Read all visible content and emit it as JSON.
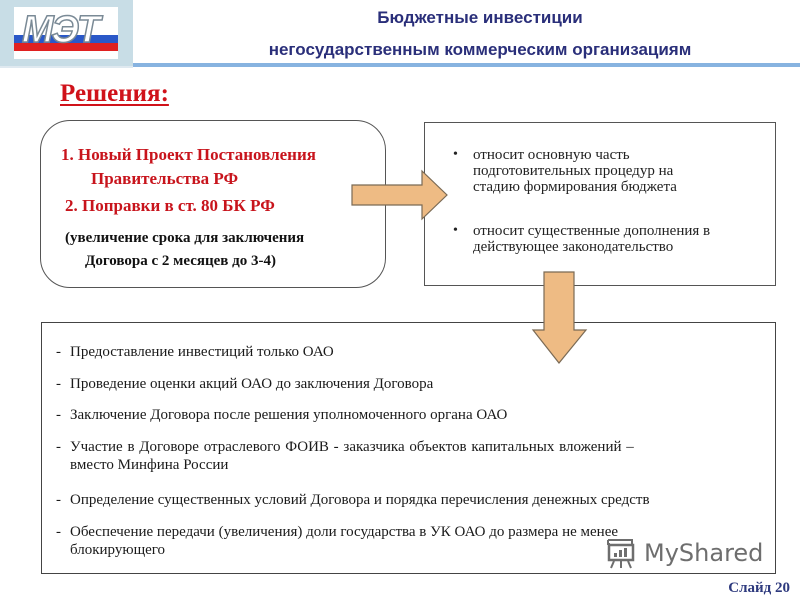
{
  "header": {
    "logo_text": "МЭТ",
    "logo_flag_colors": [
      "#ffffff",
      "#2a58c8",
      "#e02020"
    ],
    "title_line1": "Бюджетные инвестиции",
    "title_line2": "негосударственным коммерческим организациям",
    "title_color": "#2a2f7a",
    "underline_color": "#87b3e0"
  },
  "solutions": {
    "heading": "Решения:",
    "heading_color": "#d0121a"
  },
  "left_box": {
    "item1_line1": "1.  Новый Проект Постановления",
    "item1_line2": "Правительства РФ",
    "item2": "2. Поправки в ст. 80 БК РФ",
    "note_line1": "(увеличение  срока  для  заключения",
    "note_line2": "Договора с 2 месяцев  до 3-4)"
  },
  "right_box": {
    "bullet_symbol": "•",
    "bullets": [
      {
        "lines": [
          "относит основную часть",
          "подготовительных процедур на",
          "стадию формирования бюджета"
        ]
      },
      {
        "lines": [
          "относит существенные дополнения в",
          "действующее законодательство"
        ]
      }
    ]
  },
  "arrows": {
    "fill": "#eebb84",
    "stroke": "#7a6a55"
  },
  "bottom_box": {
    "dash": "-",
    "items": [
      {
        "line1": "Предоставление инвестиций  только ОАО"
      },
      {
        "line1": "Проведение оценки акций ОАО до заключения Договора"
      },
      {
        "line1": "Заключение Договора после решения уполномоченного органа ОАО"
      },
      {
        "line1": "Участие  в  Договоре  отраслевого  ФОИВ  -  заказчика  объектов  капитальных  вложений  –",
        "line2": "вместо Минфина России"
      },
      {
        "line1": "Определение  существенных  условий Договора и порядка перечисления  денежных  средств"
      },
      {
        "line1": "Обеспечение  передачи  (увеличения)  доли  государства  в  УК  ОАО  до  размера  не  менее",
        "line2": "блокирующего"
      }
    ]
  },
  "watermark": {
    "text": "MyShared",
    "icon": "presentation-board-icon"
  },
  "footer": {
    "slide_label": "Слайд 20"
  }
}
